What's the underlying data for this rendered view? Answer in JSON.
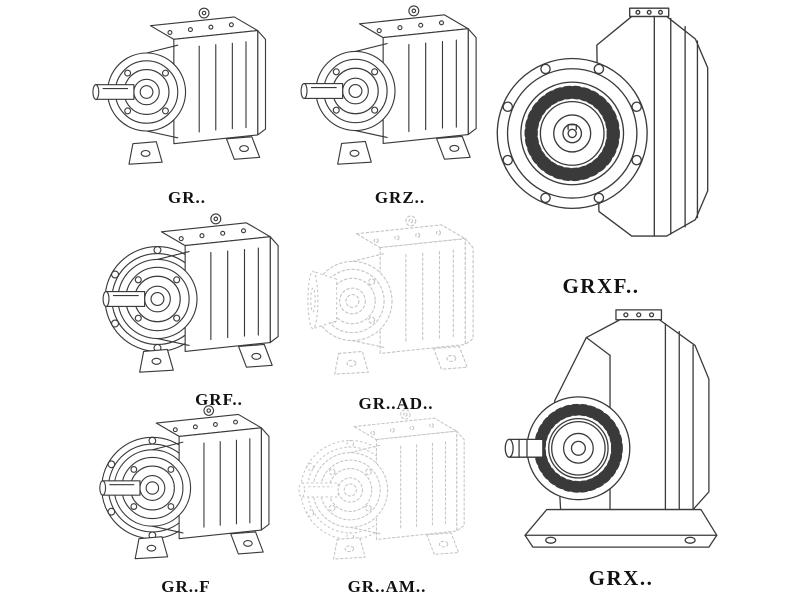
{
  "page": {
    "background": "#ffffff",
    "line_color": "#3a3a3a",
    "faint_line_color": "#c6c6c6",
    "label_color": "#111111"
  },
  "models": [
    {
      "id": "gr",
      "label": "GR.."
    },
    {
      "id": "grz",
      "label": "GRZ.."
    },
    {
      "id": "grxf",
      "label": "GRXF.."
    },
    {
      "id": "grf",
      "label": "GRF.."
    },
    {
      "id": "grad",
      "label": "GR..AD.."
    },
    {
      "id": "grx",
      "label": "GRX.."
    },
    {
      "id": "grff",
      "label": "GR..F"
    },
    {
      "id": "gram",
      "label": "GR..AM.."
    }
  ]
}
